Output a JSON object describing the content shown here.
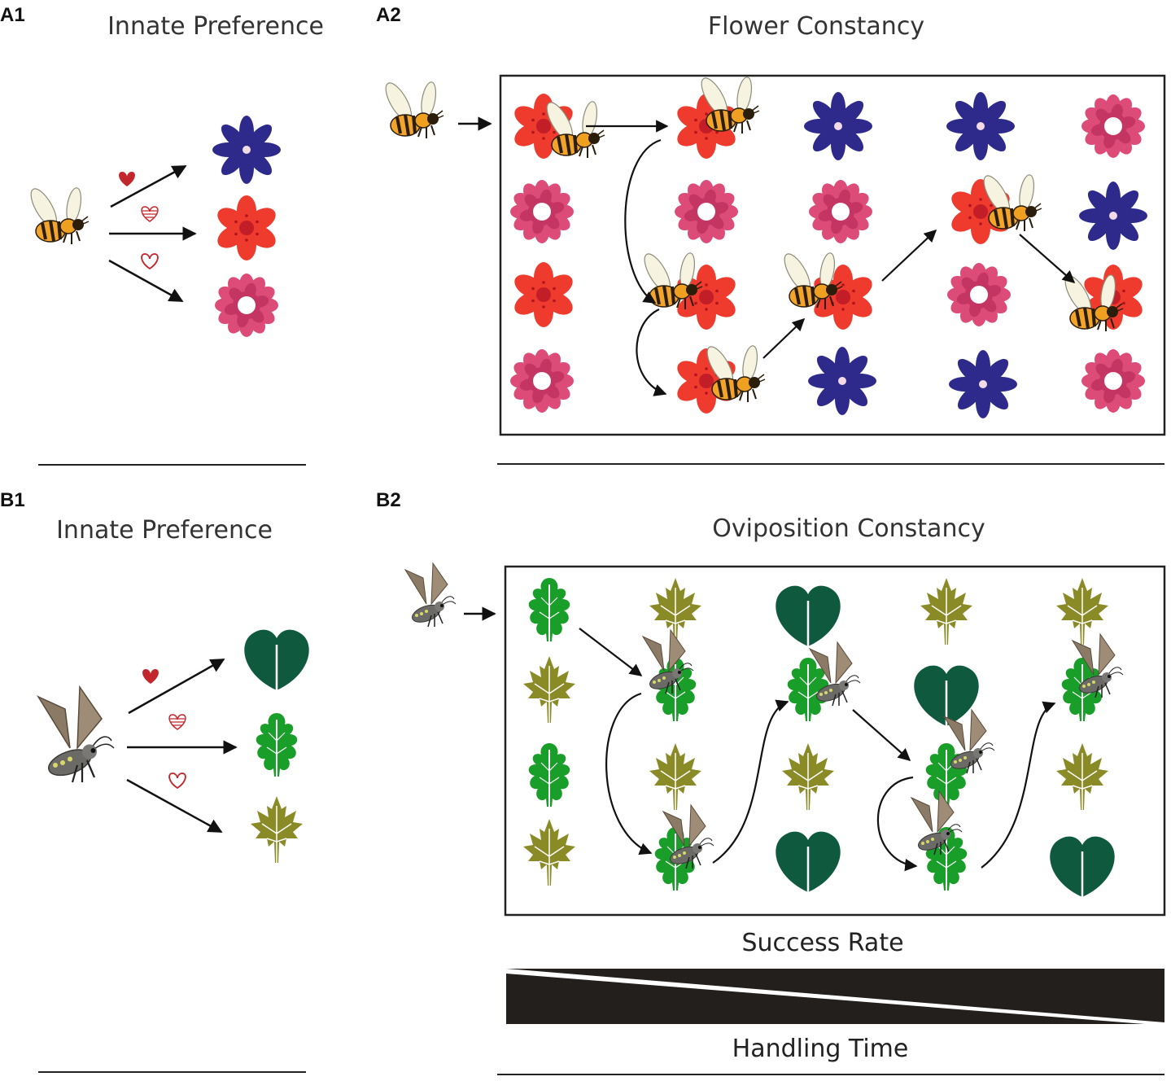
{
  "panels": {
    "a1": {
      "label": "A1",
      "title": "Innate Preference"
    },
    "a2": {
      "label": "A2",
      "title": "Flower Constancy"
    },
    "b1": {
      "label": "B1",
      "title": "Innate Preference"
    },
    "b2": {
      "label": "B2",
      "title": "Oviposition Constancy"
    }
  },
  "gradient": {
    "top_label": "Success Rate",
    "bottom_label": "Handling Time"
  },
  "colors": {
    "flower_blue": "#2e2a8c",
    "flower_red": "#ee3b2e",
    "flower_pink": "#dd4b78",
    "leaf_dark": "#0f5a3e",
    "leaf_green": "#1a9e2a",
    "leaf_olive": "#8a8a26",
    "heart_red": "#c1272d"
  }
}
